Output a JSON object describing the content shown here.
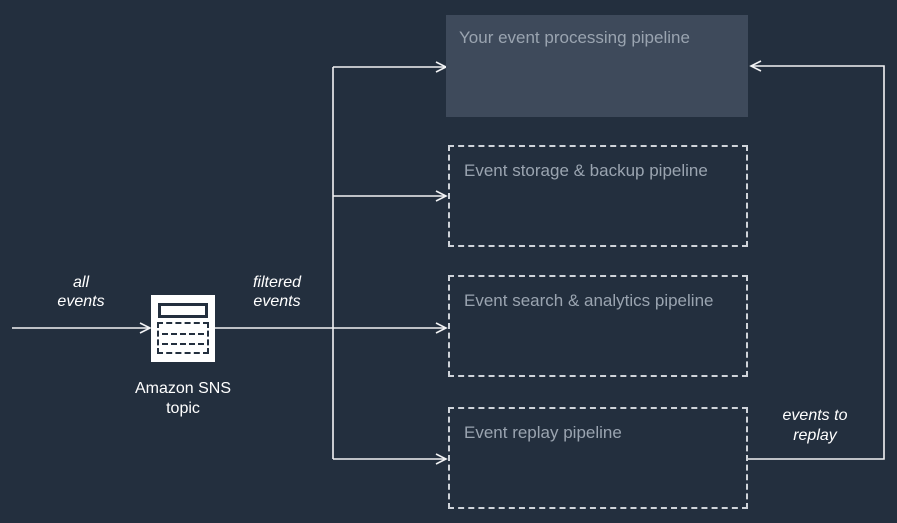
{
  "colors": {
    "background": "#232F3E",
    "solid_box_fill": "#3E4A5B",
    "box_title_text": "#9AA4B0",
    "dashed_border": "#CFD4DA",
    "connector": "#F1F2F4",
    "label_text": "#FFFFFF",
    "icon_fg": "#232F3E",
    "icon_bg": "#FFFFFF"
  },
  "pipelines": [
    {
      "title": "Your event processing pipeline",
      "style": "solid"
    },
    {
      "title": "Event storage & backup pipeline",
      "style": "dashed"
    },
    {
      "title": "Event search & analytics pipeline",
      "style": "dashed"
    },
    {
      "title": "Event replay pipeline",
      "style": "dashed"
    }
  ],
  "labels": {
    "all_events": [
      "all",
      "events"
    ],
    "filtered_events": [
      "filtered",
      "events"
    ],
    "sns_topic": [
      "Amazon SNS",
      "topic"
    ],
    "events_to_replay": [
      "events to",
      "replay"
    ]
  },
  "icons": {
    "sns_topic_icon": "sns-topic-icon"
  }
}
